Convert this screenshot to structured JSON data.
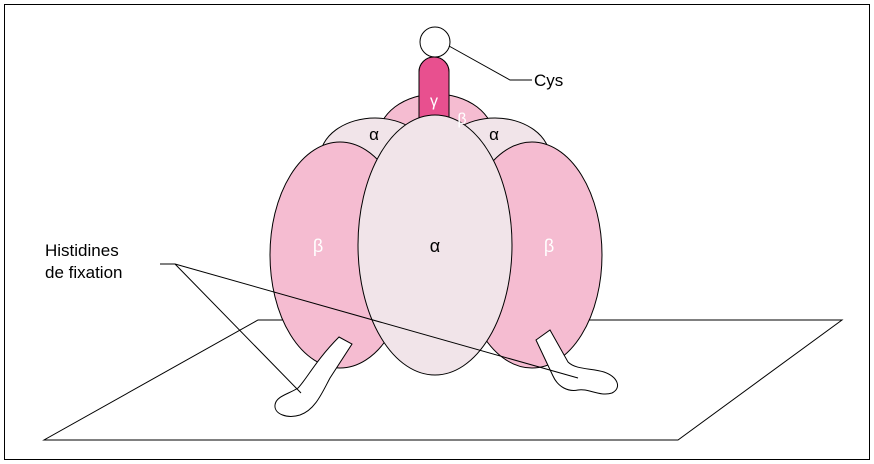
{
  "labels": {
    "cys": "Cys",
    "histidines_line1": "Histidines",
    "histidines_line2": "de fixation",
    "subunit_gamma": "γ",
    "subunit_beta_top": "β",
    "subunit_alpha_top_left": "α",
    "subunit_alpha_top_right": "α",
    "subunit_beta_left": "β",
    "subunit_alpha_center": "α",
    "subunit_beta_right": "β"
  },
  "colors": {
    "beta_pink": "#f5bcd1",
    "alpha_pale": "#f1e4e9",
    "gamma_magenta": "#e8508f",
    "stroke": "#000000",
    "surface": "#ffffff"
  }
}
